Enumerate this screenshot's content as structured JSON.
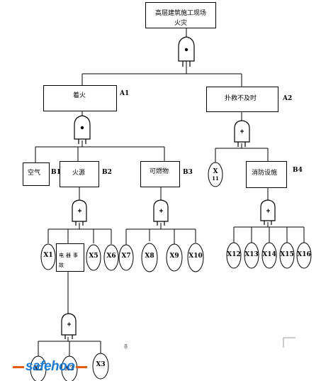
{
  "top_event": {
    "line1": "高层建筑施工现场",
    "line2": "火灾"
  },
  "mid_events": [
    {
      "text": "着火",
      "code": "A1"
    },
    {
      "text": "扑救不及时",
      "code": "A2"
    }
  ],
  "sub_events": [
    {
      "text": "空气",
      "code": "B1"
    },
    {
      "text": "火源",
      "code": "B2"
    },
    {
      "text": "可燃物",
      "code": "B3"
    },
    {
      "text": "消防设施",
      "code": "B4"
    }
  ],
  "inline_basic": {
    "symbol": "X",
    "sub": "11"
  },
  "fire_source_row": [
    "X1",
    "电器事故",
    "X5",
    "X6"
  ],
  "fuel_row": [
    "X7",
    "X8",
    "X9",
    "X10"
  ],
  "facility_row": [
    "X12",
    "X13",
    "X14",
    "X15",
    "X16"
  ],
  "bottom_row": [
    "X2",
    "X3",
    "X3"
  ],
  "page_number": "8",
  "watermark": {
    "text": "safehoo"
  },
  "colors": {
    "line": "#000000",
    "watermark": "#1b7bd6",
    "watermark_accent": "#e35d10"
  }
}
